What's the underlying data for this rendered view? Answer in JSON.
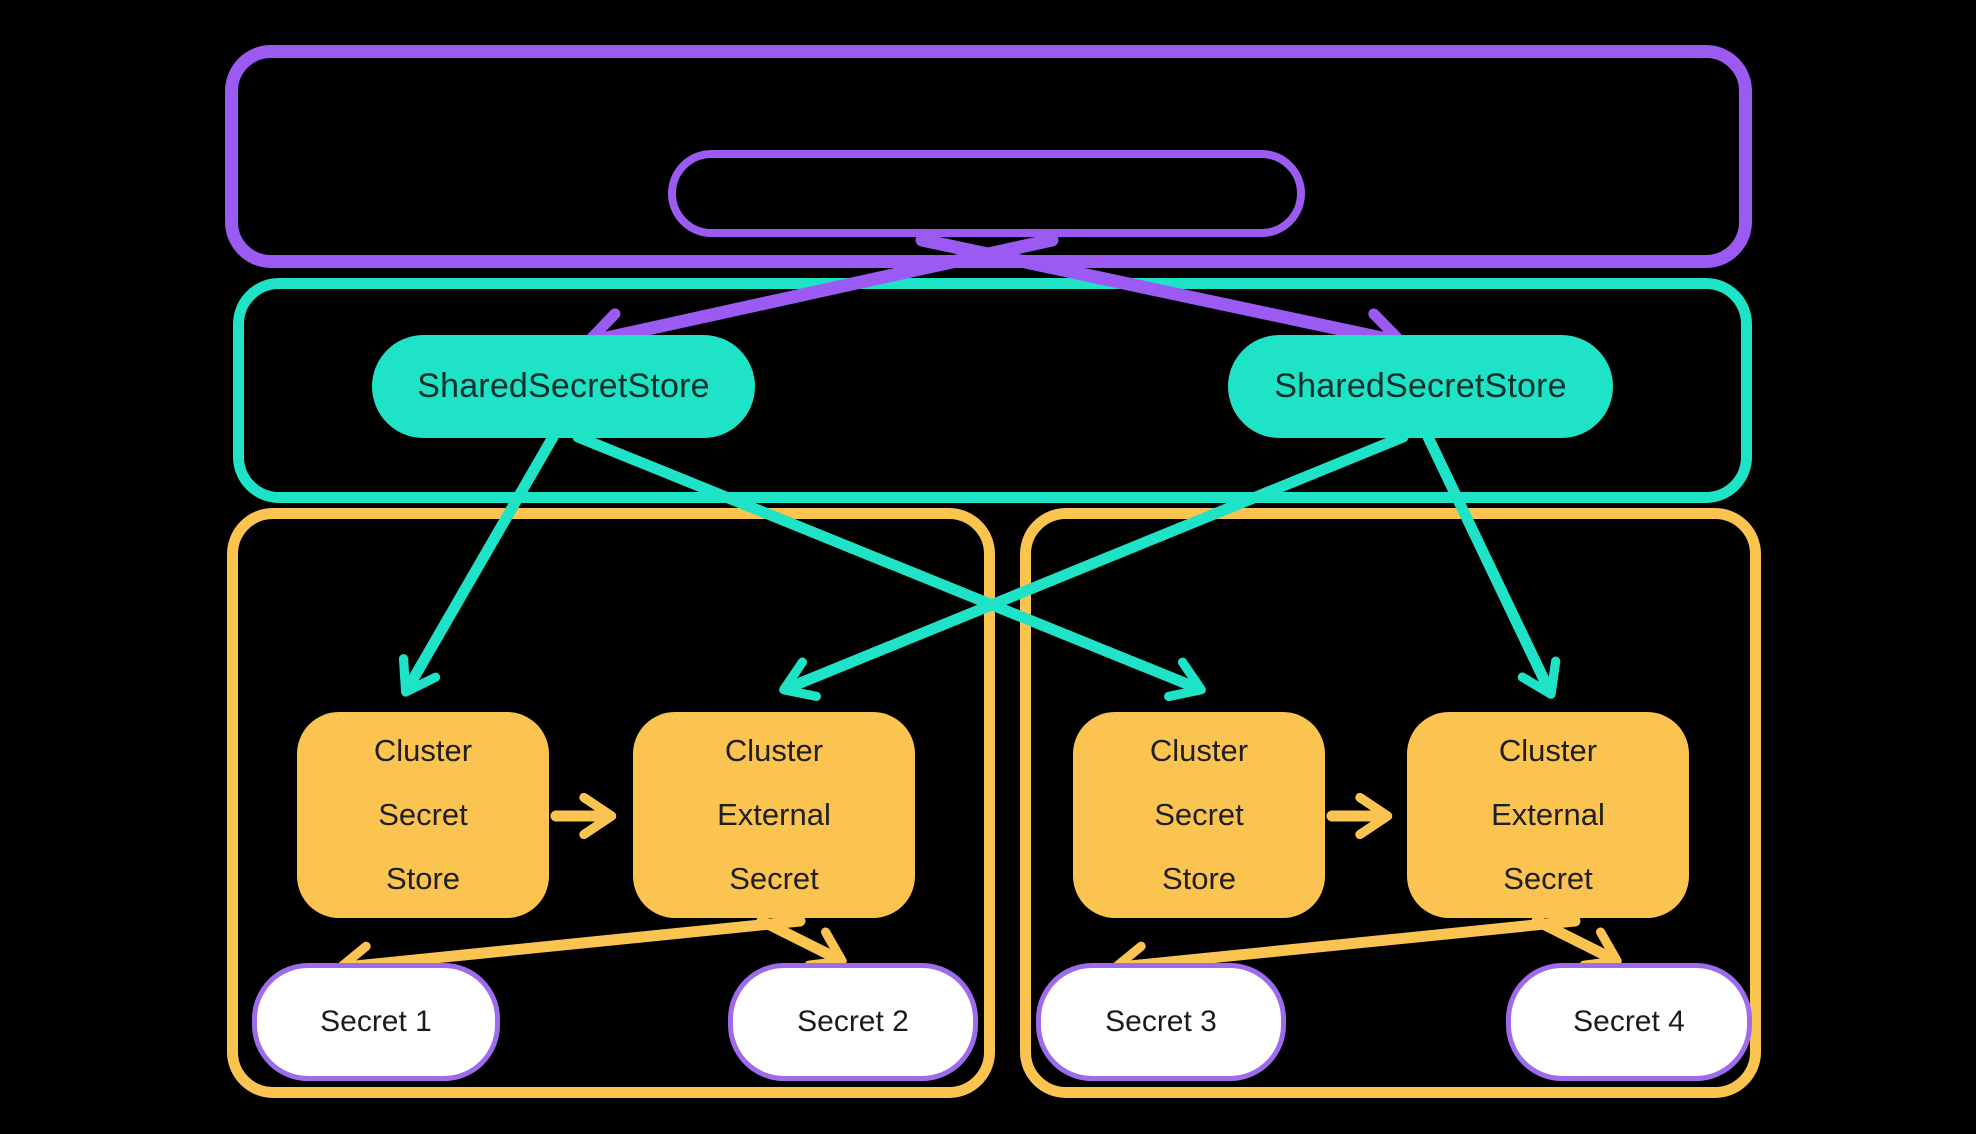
{
  "diagram": {
    "shared_secret_stores": [
      {
        "label": "SharedSecretStore"
      },
      {
        "label": "SharedSecretStore"
      }
    ],
    "clusters": [
      {
        "secret_store": {
          "lines": [
            "Cluster",
            "Secret",
            "Store"
          ]
        },
        "external_secret": {
          "lines": [
            "Cluster",
            "External",
            "Secret"
          ]
        },
        "secrets": [
          {
            "label": "Secret 1"
          },
          {
            "label": "Secret 2"
          }
        ]
      },
      {
        "secret_store": {
          "lines": [
            "Cluster",
            "Secret",
            "Store"
          ]
        },
        "external_secret": {
          "lines": [
            "Cluster",
            "External",
            "Secret"
          ]
        },
        "secrets": [
          {
            "label": "Secret 3"
          },
          {
            "label": "Secret 4"
          }
        ]
      }
    ],
    "colors": {
      "background": "#000000",
      "purple": "#9B5BF3",
      "teal": "#1FE3C6",
      "orange": "#FBC350",
      "secret_pill_border": "#9D6BEB",
      "secret_pill_fill": "#FFFFFF"
    }
  }
}
